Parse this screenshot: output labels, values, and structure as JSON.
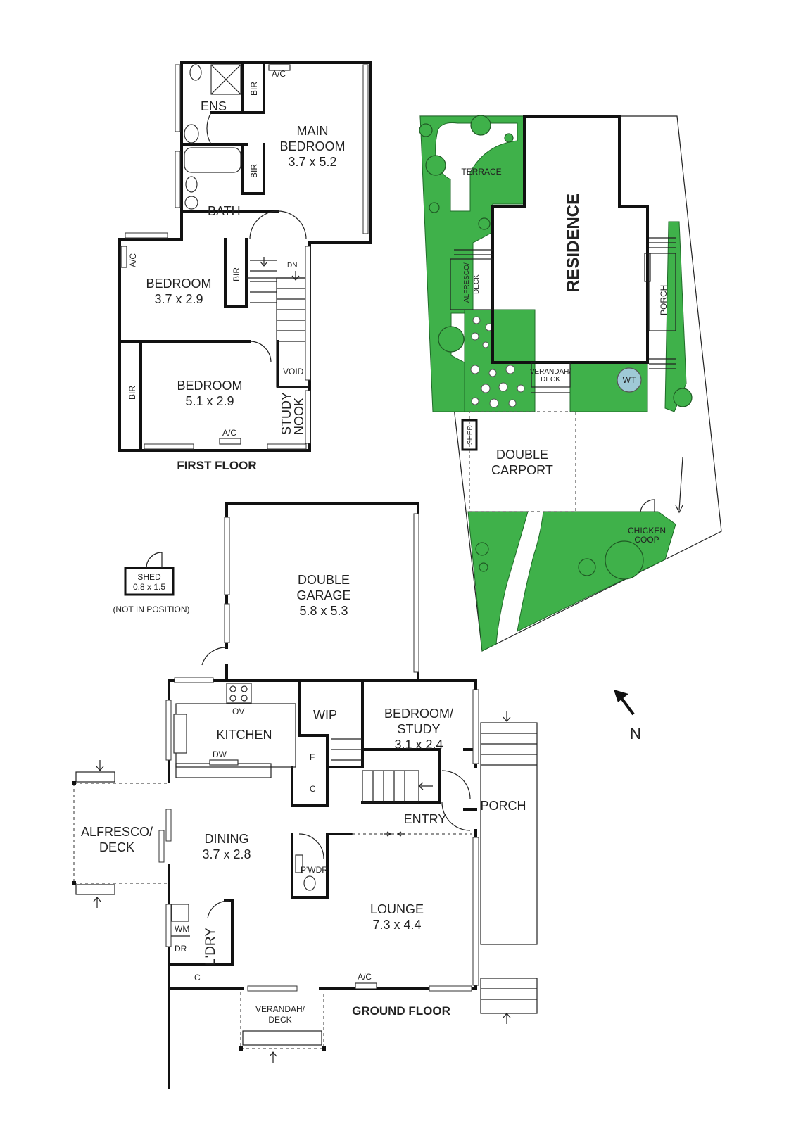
{
  "first_floor": {
    "title": "FIRST FLOOR",
    "rooms": {
      "main_bedroom": {
        "name_1": "MAIN",
        "name_2": "BEDROOM",
        "size": "3.7 x 5.2"
      },
      "ens": {
        "name": "ENS"
      },
      "bath": {
        "name": "BATH"
      },
      "bedroom_a": {
        "name": "BEDROOM",
        "size": "3.7 x 2.9"
      },
      "bedroom_b": {
        "name": "BEDROOM",
        "size": "5.1 x 2.9"
      },
      "void": {
        "name": "VOID"
      },
      "study_nook": {
        "name_1": "STUDY",
        "name_2": "NOOK"
      }
    },
    "labels": {
      "bir": "BIR",
      "ac": "A/C",
      "dn": "DN"
    }
  },
  "site": {
    "residence": "RESIDENCE",
    "terrace": "TERRACE",
    "alfresco_1": "ALFRESCO/",
    "alfresco_2": "DECK",
    "porch": "PORCH",
    "verandah_1": "VERANDAH/",
    "verandah_2": "DECK",
    "wt": "WT",
    "shed": "SHED",
    "carport_1": "DOUBLE",
    "carport_2": "CARPORT",
    "coop_1": "CHICKEN",
    "coop_2": "COOP"
  },
  "ground_floor": {
    "title": "GROUND FLOOR",
    "shed": {
      "name": "SHED",
      "size": "0.8 x 1.5",
      "note": "(NOT IN POSITION)"
    },
    "rooms": {
      "garage": {
        "name_1": "DOUBLE",
        "name_2": "GARAGE",
        "size": "5.8 x 5.3"
      },
      "kitchen": {
        "name": "KITCHEN"
      },
      "wip": {
        "name": "WIP"
      },
      "bedroom_study": {
        "name_1": "BEDROOM/",
        "name_2": "STUDY",
        "size": "3.1 x 2.4"
      },
      "porch": {
        "name": "PORCH"
      },
      "entry": {
        "name": "ENTRY"
      },
      "alfresco": {
        "name_1": "ALFRESCO/",
        "name_2": "DECK"
      },
      "dining": {
        "name": "DINING",
        "size": "3.7 x 2.8"
      },
      "pwdr": {
        "name": "P'WDR"
      },
      "lounge": {
        "name": "LOUNGE",
        "size": "7.3 x 4.4"
      },
      "laundry": {
        "name": "L'DRY"
      },
      "verandah": {
        "name_1": "VERANDAH/",
        "name_2": "DECK"
      }
    },
    "labels": {
      "ov": "OV",
      "dw": "DW",
      "f": "F",
      "c": "C",
      "wm": "WM",
      "dr": "DR",
      "ac": "A/C"
    }
  },
  "north": "N",
  "colors": {
    "garden": "#3fb14a",
    "wall": "#111111"
  }
}
